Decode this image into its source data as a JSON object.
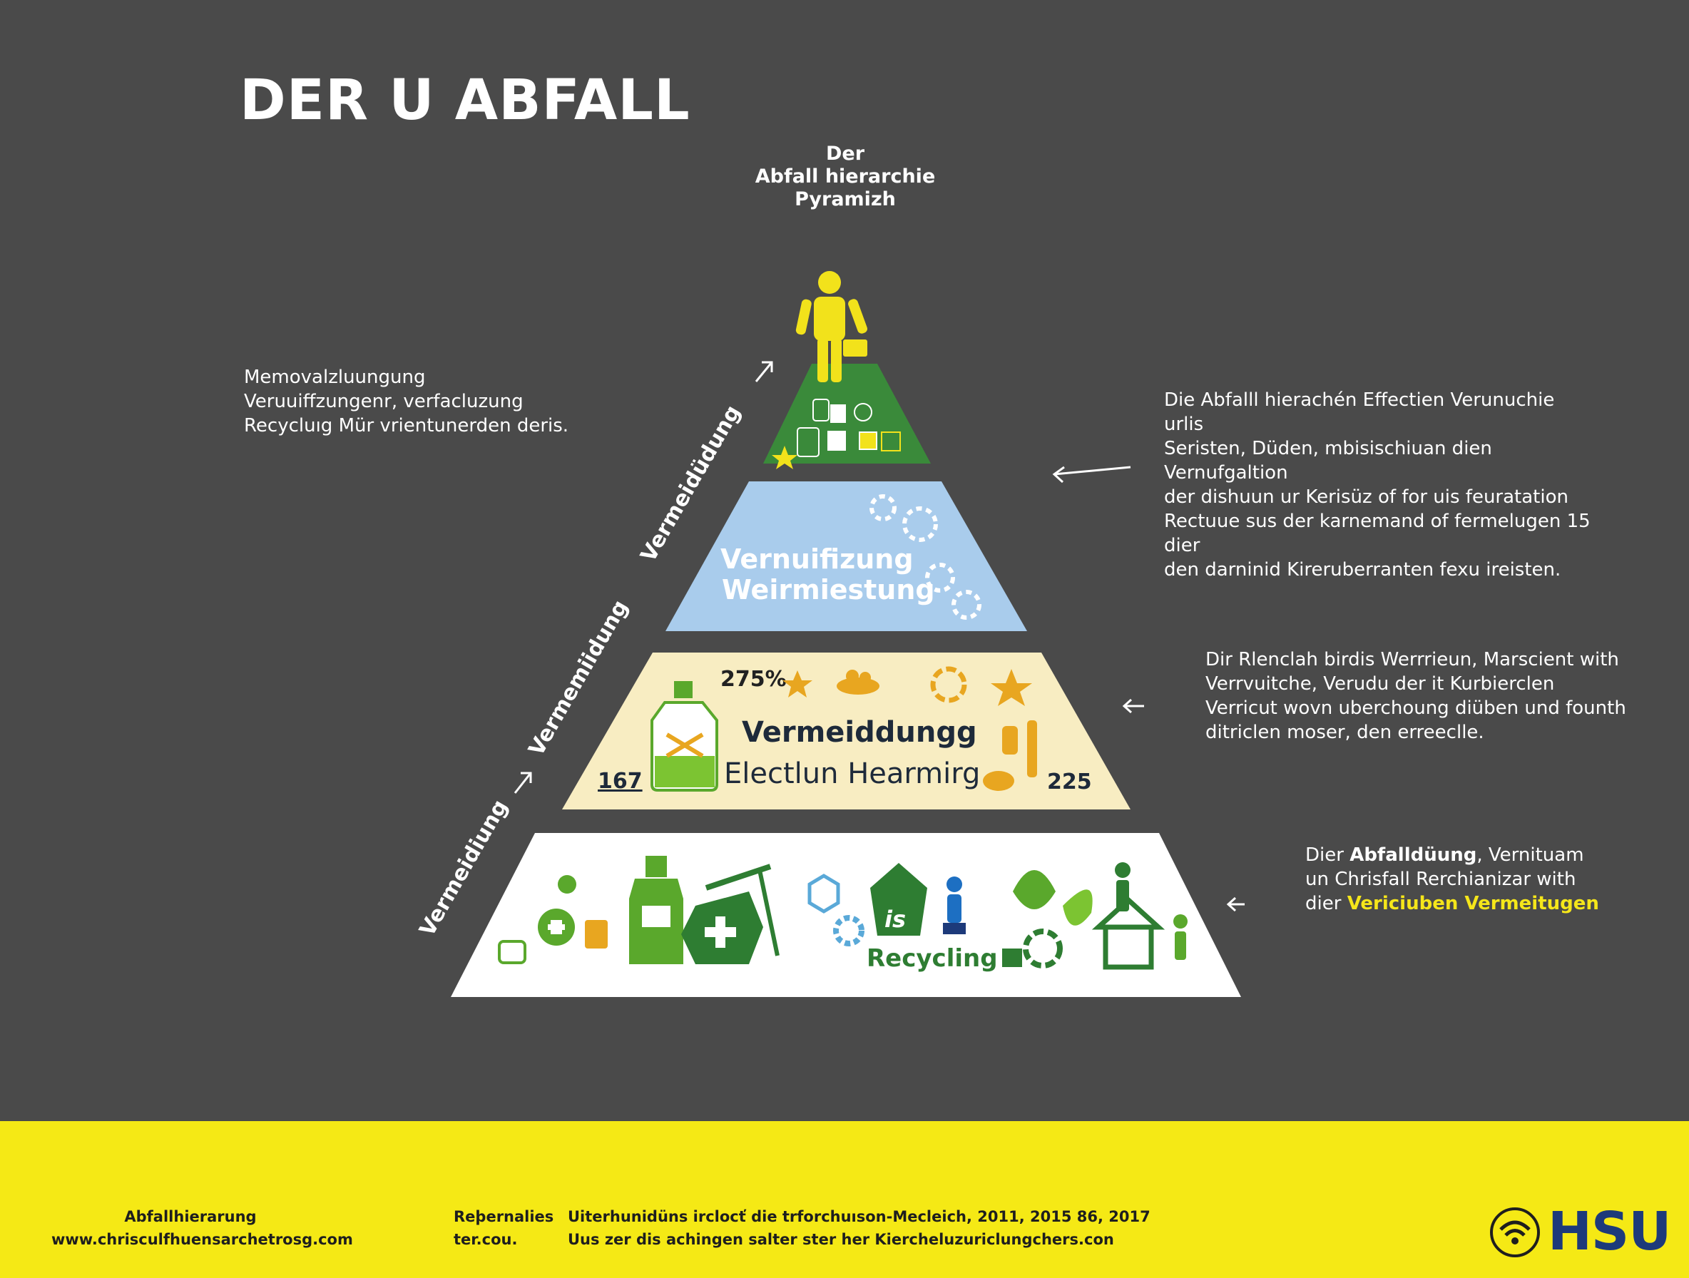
{
  "title": "DER U ABFALL",
  "subtitle": [
    "Der",
    "Abfall  hierarchie",
    "Pyramizh"
  ],
  "left_note": [
    "Memovalzluungung",
    "Veruuiffzungenr, verfacluzung",
    "Recycluıg Mür vrientunerden deris."
  ],
  "right_notes": {
    "note1": [
      "Die Abfalll hierachén Effectien Verunuchie urlis",
      "Seristen, Düden, mbisischiuan dien Vernufgaltion",
      "der dishuun ur Kerisüz of for uis feuratation",
      "Rectuue sus der karnemand of fermelugen 15 dier",
      "den darninid Kireruberranten fexu ireisten."
    ],
    "note2": [
      "Dir Rlenclah birdis Werrrieun, Marscient with",
      "Verrvuitche, Verudu der it Kurbierclen",
      "Verricut wovn uberchoung diüben und founth",
      "ditriclen moser, den erreeclle."
    ],
    "note3": {
      "line1_a": "Dier ",
      "line1_b": "Abfalldüung",
      "line1_c": ", Vernituam",
      "line2": "un Chrisfall Rerchianizar with",
      "line3_a": "dier ",
      "line3_b": "Vericiuben Vermeitugen"
    }
  },
  "diagonal_labels": [
    "Vermeidüdung",
    "Vermemiidung",
    "Vermeidiung"
  ],
  "tiers": {
    "tier2": {
      "line1": "Vernuifizung",
      "line2": "Weirmiestung"
    },
    "tier3": {
      "pct": "275%",
      "line1": "Vermeiddungg",
      "line2": "Electlun Hearmirg",
      "num_left": "167",
      "num_right": "225"
    },
    "tier4": {
      "label": "Recycling",
      "badge": "is"
    }
  },
  "footer": {
    "col1": [
      "Abfallhierarung",
      "www.chrisculfhuensarchetrosg.com"
    ],
    "col2": [
      "Reþernalies",
      "ter.cou."
    ],
    "col3": [
      "Uiterhunidüns irclocť die trforchuıson-Mecleich, 2011, 2015 86, 2017",
      "Uus zer dis achingen salter ster her Kiercheluzuriclungchers.con"
    ],
    "logo": "HSU"
  },
  "colors": {
    "background": "#4a4a4a",
    "tier1": "#3a8a3a",
    "tier2": "#a9ccec",
    "tier3": "#f8edc2",
    "tier4": "#ffffff",
    "accent_yellow": "#f5e61a",
    "brand_blue": "#1d3a7a"
  }
}
